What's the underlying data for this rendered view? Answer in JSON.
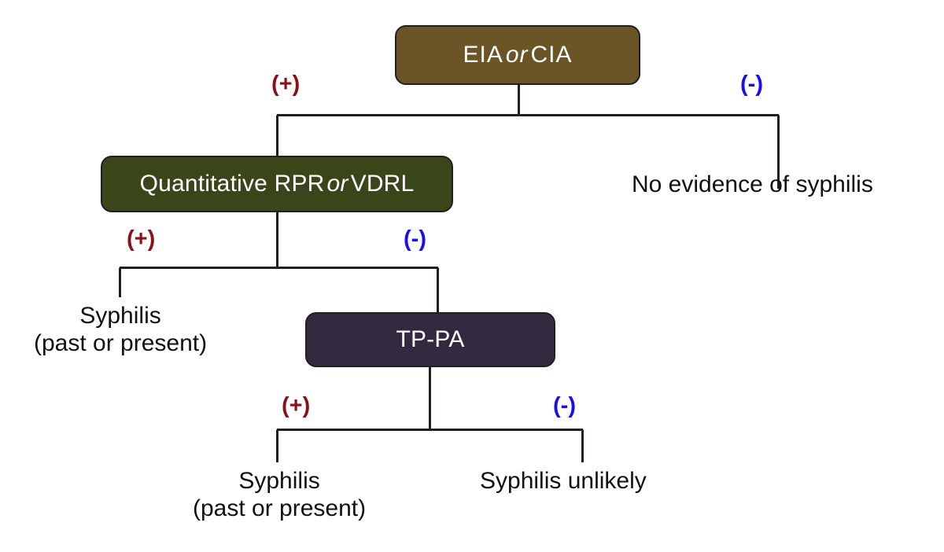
{
  "diagram": {
    "type": "flowchart",
    "orientation": "top-down",
    "background_color": "#ffffff",
    "sign_colors": {
      "positive": "#8b1018",
      "negative": "#1610ee"
    }
  },
  "nodes": {
    "eia_cia": {
      "id": "eia-cia",
      "text_before": "EIA",
      "text_em": "or",
      "text_after": "CIA",
      "fill": "#6b5527",
      "text_color": "#ffffff"
    },
    "quantitative_rpr_vdrl": {
      "id": "quantitative-rpr-vdrl",
      "text_before": "Quantitative RPR",
      "text_em": "or",
      "text_after": "VDRL",
      "fill": "#3b451a",
      "text_color": "#ffffff"
    },
    "tp_pa": {
      "id": "tp-pa",
      "text": "TP-PA",
      "fill": "#342a40",
      "text_color": "#ffffff"
    }
  },
  "branch_labels": {
    "level1_positive": "(+)",
    "level1_negative": "(-)",
    "level2_positive": "(+)",
    "level2_negative": "(-)",
    "level3_positive": "(+)",
    "level3_negative": "(-)"
  },
  "outcomes": {
    "no_evidence": {
      "line1": "No evidence of syphilis"
    },
    "syphilis_left": {
      "line1": "Syphilis",
      "line2": "(past or present)"
    },
    "syphilis_bottom": {
      "line1": "Syphilis",
      "line2": "(past or present)"
    },
    "syphilis_unlikely": {
      "line1": "Syphilis unlikely"
    }
  },
  "chart_data": {
    "type": "table",
    "title": "Reverse sequence syphilis testing algorithm",
    "rows": [
      {
        "step": "EIA or CIA",
        "result": "(+)",
        "next": "Quantitative RPR or VDRL"
      },
      {
        "step": "EIA or CIA",
        "result": "(-)",
        "next": "No evidence of syphilis"
      },
      {
        "step": "Quantitative RPR or VDRL",
        "result": "(+)",
        "next": "Syphilis (past or present)"
      },
      {
        "step": "Quantitative RPR or VDRL",
        "result": "(-)",
        "next": "TP-PA"
      },
      {
        "step": "TP-PA",
        "result": "(+)",
        "next": "Syphilis (past or present)"
      },
      {
        "step": "TP-PA",
        "result": "(-)",
        "next": "Syphilis unlikely"
      }
    ]
  }
}
